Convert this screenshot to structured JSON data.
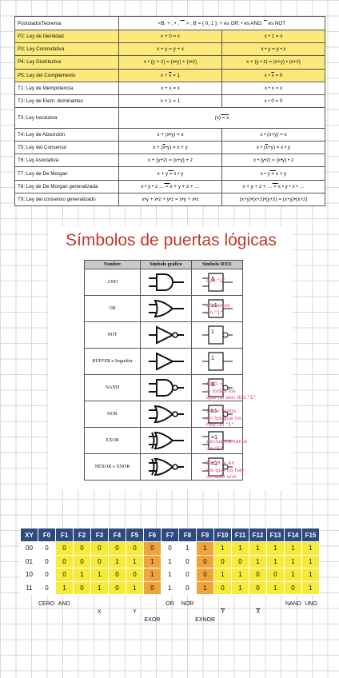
{
  "boolean_table": {
    "header": {
      "name": "Postulado/Teorema",
      "desc_parts": [
        "<B, + , • , ",
        " > ; B = { 0, 1 }; + es OR; • es AND; ",
        " es NOT"
      ]
    },
    "rows": [
      {
        "name": "P2: Ley de Identidad",
        "a": "x + 0 = x",
        "b": "x • 1 = x",
        "hl": true
      },
      {
        "name": "P3: Ley Conmutativa",
        "a": "x + y = y + x",
        "b": "x • y = y • x",
        "hl": true
      },
      {
        "name": "P4: Ley Distributiva",
        "a": "x • (y + z) = (x•y) + (x•z)",
        "b": "x + (y • z) = (x+y) • (x+z)",
        "hl": true
      },
      {
        "name": "P5: Ley del Complemento",
        "a_parts": [
          "x + ",
          "x",
          " = 1"
        ],
        "b_parts": [
          "x • ",
          "x",
          " = 0"
        ],
        "hl": true
      },
      {
        "name": "T1: Ley de Idempotencia",
        "a": "x + x = x",
        "b": "x • x = x",
        "hl": false
      },
      {
        "name": "T2: Ley de Elem. dominantes",
        "a": "x + 1 = 1",
        "b": "x • 0 = 0",
        "hl": false
      },
      {
        "name": "T3: Ley Involutiva",
        "span_parts": [
          "(x)",
          " = x"
        ],
        "hl": false
      },
      {
        "name": "T4: Ley de Absorción",
        "a": "x + (x•y) = x",
        "b": "x • (x+y) = x",
        "hl": false
      },
      {
        "name": "T5: Ley del Consenso",
        "a_parts": [
          "x + (",
          "x",
          "•y) = x + y"
        ],
        "b_parts": [
          "x • (",
          "x",
          "+y) = x • y"
        ],
        "hl": false
      },
      {
        "name": "T6: Ley Asociativa",
        "a": "x + (y+z) = (x+y) + z",
        "b": "x • (y•z) = (x•y) • z",
        "hl": false
      },
      {
        "name": "T7: Ley de De Morgan",
        "a_parts": [
          "x + y",
          " = ",
          "x • y"
        ],
        "b_parts": [
          "x • y",
          " = ",
          "x + y"
        ],
        "hl": false
      },
      {
        "name": "T8: Ley de De Morgan generalizada",
        "a_parts": [
          "x • y • z …",
          " = ",
          "x + y + z + …"
        ],
        "b_parts": [
          "x + y + z + …",
          " = ",
          "x • y • z • …"
        ],
        "hl": false
      },
      {
        "name": "T9: Ley del consenso generalizado",
        "a": "x•y + x•z + y•z = x•y + x•z",
        "b": "(x+y)•(x+z)•(y+z) = (x+y)•(x+z)",
        "hl": false
      }
    ]
  },
  "gates": {
    "title": "Símbolos de puertas lógicas",
    "columns": [
      "Nombre",
      "Símbolo gráfico",
      "Símbolo IEEE"
    ],
    "rows": [
      {
        "name": "AND",
        "shape": "and",
        "ieee": "&"
      },
      {
        "name": "OR",
        "shape": "or",
        "ieee": "≥1"
      },
      {
        "name": "NOT",
        "shape": "not",
        "ieee": "1"
      },
      {
        "name": "BUFFER o Seguidor",
        "shape": "buffer",
        "ieee": "1"
      },
      {
        "name": "NAND",
        "shape": "nand",
        "ieee": "&"
      },
      {
        "name": "NOR",
        "shape": "nor",
        "ieee": "≥1"
      },
      {
        "name": "EXOR",
        "shape": "xor",
        "ieee": "=1"
      },
      {
        "name": "NEXOR o XNOR",
        "shape": "xnor",
        "ieee": "=1"
      }
    ],
    "notes": [
      {
        "text": "dos \"1\""
      },
      {
        "text": "al menos\nun \"1\""
      },
      {
        "text": "AND =\n= todos los\nque no son dos \"1\""
      },
      {
        "text": "OR = todos\nen los que no\nhay un \"1\""
      },
      {
        "text": "exclusivamente\nun \"1\""
      },
      {
        "text": "EXOR = en\nlos que no hay\nun solo uno"
      }
    ]
  },
  "truth_table": {
    "headers": [
      "XY",
      "F0",
      "F1",
      "F2",
      "F3",
      "F4",
      "F5",
      "F6",
      "F7",
      "F8",
      "F9",
      "F10",
      "F11",
      "F12",
      "F13",
      "F14",
      "F15"
    ],
    "rows": [
      {
        "xy": "00",
        "v": [
          "0",
          "0",
          "0",
          "0",
          "0",
          "0",
          "0",
          "0",
          "1",
          "1",
          "1",
          "1",
          "1",
          "1",
          "1",
          "1"
        ]
      },
      {
        "xy": "01",
        "v": [
          "0",
          "0",
          "0",
          "0",
          "1",
          "1",
          "1",
          "1",
          "0",
          "0",
          "0",
          "0",
          "1",
          "1",
          "1",
          "1"
        ]
      },
      {
        "xy": "10",
        "v": [
          "0",
          "0",
          "1",
          "1",
          "0",
          "0",
          "1",
          "1",
          "0",
          "0",
          "1",
          "1",
          "0",
          "0",
          "1",
          "1"
        ]
      },
      {
        "xy": "11",
        "v": [
          "0",
          "1",
          "0",
          "1",
          "0",
          "1",
          "0",
          "1",
          "0",
          "1",
          "0",
          "1",
          "0",
          "1",
          "0",
          "1"
        ]
      }
    ],
    "labels": [
      {
        "col": 0,
        "row": 0,
        "text": "CERO"
      },
      {
        "col": 1,
        "row": 0,
        "text": "AND"
      },
      {
        "col": 3,
        "row": 1,
        "text": "X"
      },
      {
        "col": 5,
        "row": 1,
        "text": "Y"
      },
      {
        "col": 6,
        "row": 2,
        "text": "EXOR"
      },
      {
        "col": 7,
        "row": 0,
        "text": "OR"
      },
      {
        "col": 8,
        "row": 0,
        "text": "NOR"
      },
      {
        "col": 9,
        "row": 2,
        "text": "EXNOR"
      },
      {
        "col": 10,
        "row": 1,
        "text": "Y",
        "overline": true
      },
      {
        "col": 12,
        "row": 1,
        "text": "X",
        "overline": true
      },
      {
        "col": 14,
        "row": 0,
        "text": "NAND"
      },
      {
        "col": 15,
        "row": 0,
        "text": "UNO"
      }
    ]
  }
}
